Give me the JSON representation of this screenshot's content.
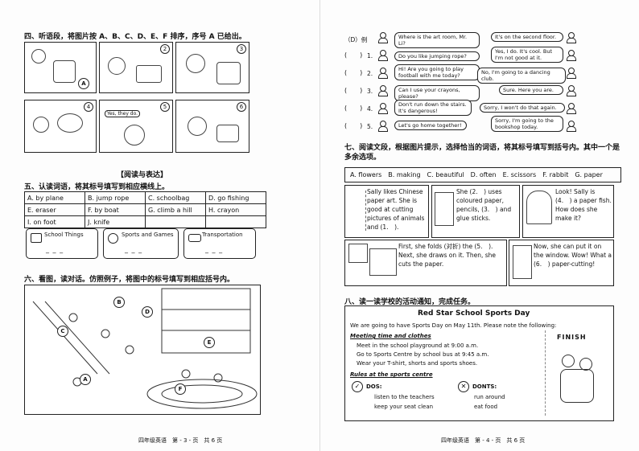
{
  "left": {
    "s4_title": "四、听语段，将图片按 A、B、C、D、E、F 排序，序号 A 已给出。",
    "pic_letter": "A",
    "pic_numbers": [
      "2",
      "3",
      "4",
      "5",
      "6"
    ],
    "pic_label": "Yes, they do.",
    "reading_header": "【阅读与表达】",
    "s5_title": "五、认读词语，将其标号填写到相应横线上。",
    "words": [
      [
        "A. by plane",
        "B. jump rope",
        "C. schoolbag",
        "D. go fishing"
      ],
      [
        "E. eraser",
        "F. by boat",
        "G. climb a hill",
        "H. crayon"
      ],
      [
        "I. on foot",
        "J. knife",
        "",
        ""
      ]
    ],
    "cat_school": "School Things",
    "cat_sports": "Sports and Games",
    "cat_transport": "Transportation",
    "blank": "_ _ _",
    "s6_title": "六、看图，读对话。仿照例子，将图中的标号填写到相应括号内。",
    "scene_letters": [
      "B",
      "C",
      "D",
      "E",
      "A",
      "F"
    ],
    "footer": "四年级英语　第 - 3 - 页　共 6 页"
  },
  "right": {
    "dialog_example_prefix": "（D）例",
    "dialogs": [
      {
        "q": "Where is the art room, Mr. Li?",
        "a": "It's on the second floor."
      },
      {
        "num": "1.",
        "q": "Do you like jumping rope?",
        "a": "Yes, I do. It's cool. But I'm not good at it."
      },
      {
        "num": "2.",
        "q": "Hi! Are you going to play football with me today?",
        "a": "No, I'm going to a dancing club."
      },
      {
        "num": "3.",
        "q": "Can I use your crayons, please?",
        "a": "Sure. Here you are."
      },
      {
        "num": "4.",
        "q": "Don't run down the stairs. It's dangerous!",
        "a": "Sorry, I won't do that again."
      },
      {
        "num": "5.",
        "q": "Let's go home together!",
        "a": "Sorry, I'm going to the bookshop today."
      }
    ],
    "paren": "(　　)",
    "s7_title": "七、阅读文段，根据图片提示，选择恰当的词语，将其标号填写到括号内。其中一个是多余选项。",
    "options": "A. flowers　B. making　C. beautiful　D. often　E. scissors　F. rabbit　G. paper",
    "p1": "Sally likes Chinese paper art. She is good at cutting pictures of animals and (1.　).",
    "p2": "She (2.　) uses coloured paper, pencils, (3.　) and glue sticks.",
    "p3": "Look! Sally is (4.　) a paper fish. How does she make it?",
    "p4": "First, she folds (对折) the (5.　). Next, she draws on it. Then, she cuts the paper.",
    "p5": "Now, she can put it on the window. Wow! What a (6.　) paper-cutting!",
    "s8_title": "八、读一读学校的活动通知，完成任务。",
    "notice_title": "Red Star School Sports Day",
    "notice_intro": "We are going to have Sports Day on May 11th. Please note the following:",
    "meeting_heading": "Meeting time and clothes",
    "meeting_items": [
      "Meet in the school playground at 9:00 a.m.",
      "Go to Sports Centre by school bus at 9:45 a.m.",
      "Wear your T-shirt, shorts and sports shoes."
    ],
    "rules_heading": "Rules at the sports centre",
    "dos_label": "DOS:",
    "dos": [
      "listen to the teachers",
      "keep your seat clean"
    ],
    "donts_label": "DONTS:",
    "donts": [
      "run around",
      "eat food"
    ],
    "finish": "FINISH",
    "footer": "四年级英语　第 - 4 - 页　共 6 页"
  }
}
